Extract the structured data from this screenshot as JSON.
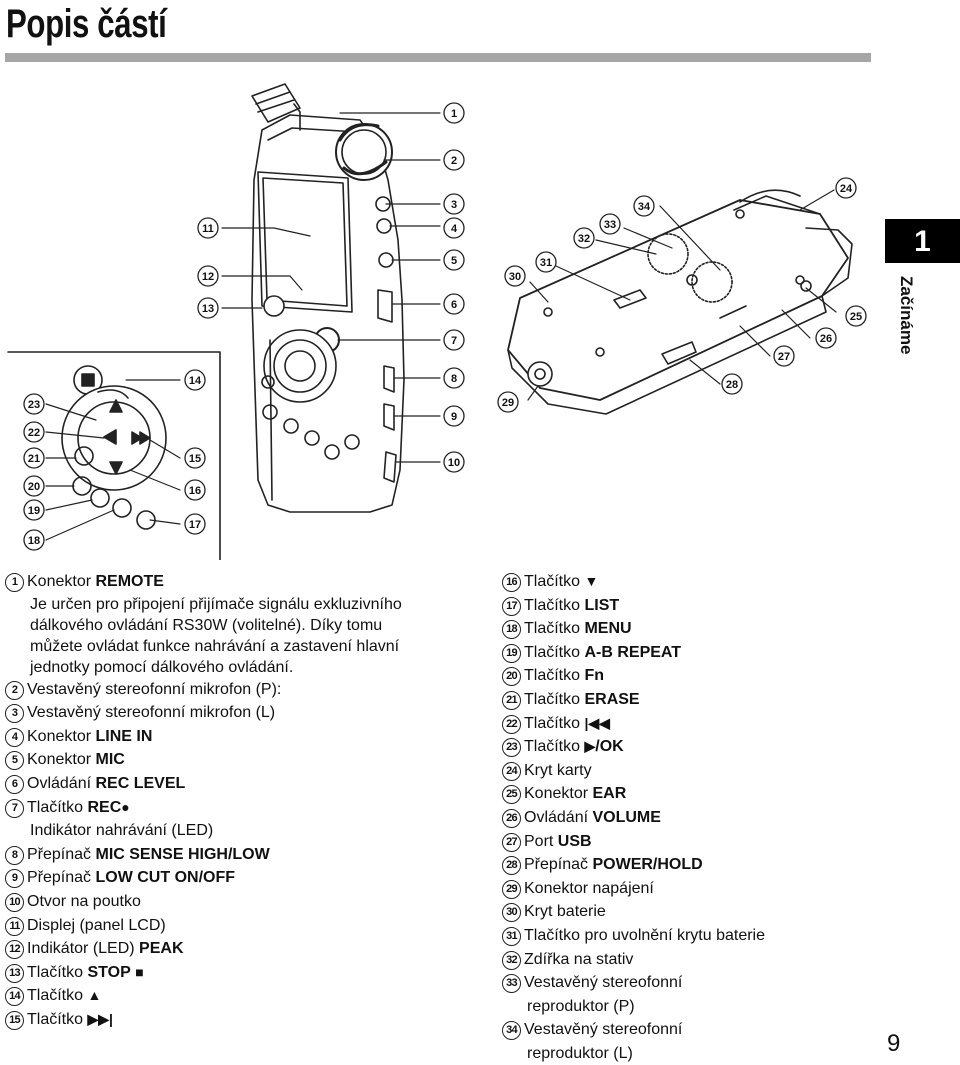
{
  "header": {
    "title": "Popis částí",
    "chapter_number": "1",
    "chapter_label": "Začínáme"
  },
  "page_number": "9",
  "figure": {
    "callouts_left_device": [
      "1",
      "2",
      "3",
      "4",
      "5",
      "6",
      "7",
      "8",
      "9",
      "10",
      "11",
      "12",
      "13"
    ],
    "callouts_inset": [
      "14",
      "15",
      "16",
      "17",
      "18",
      "19",
      "20",
      "21",
      "22",
      "23"
    ],
    "callouts_back_device": [
      "24",
      "25",
      "26",
      "27",
      "28",
      "29",
      "30",
      "31",
      "32",
      "33",
      "34"
    ]
  },
  "parts": {
    "p1": {
      "num": "1",
      "pre": "Konektor ",
      "bold": "REMOTE",
      "desc": [
        "Je určen pro připojení přijímače signálu exkluzivního",
        "dálkového ovládání RS30W (volitelné). Díky tomu",
        "můžete ovládat funkce nahrávání a zastavení hlavní",
        "jednotky pomocí dálkového ovládání."
      ]
    },
    "p2": {
      "num": "2",
      "pre": "Vestavěný stereofonní mikrofon (P):"
    },
    "p3": {
      "num": "3",
      "pre": "Vestavěný stereofonní mikrofon (L)"
    },
    "p4": {
      "num": "4",
      "pre": "Konektor ",
      "bold": "LINE IN"
    },
    "p5": {
      "num": "5",
      "pre": "Konektor ",
      "bold": "MIC"
    },
    "p6": {
      "num": "6",
      "pre": "Ovládání ",
      "bold": "REC LEVEL"
    },
    "p7": {
      "num": "7",
      "pre": "Tlačítko ",
      "bold": "REC",
      "glyph": "●",
      "desc": "Indikátor nahrávání (LED)"
    },
    "p8": {
      "num": "8",
      "pre": "Přepínač ",
      "bold": "MIC SENSE HIGH/LOW"
    },
    "p9": {
      "num": "9",
      "pre": "Přepínač ",
      "bold": "LOW CUT ON/OFF"
    },
    "p10": {
      "num": "10",
      "pre": "Otvor na poutko"
    },
    "p11": {
      "num": "11",
      "pre": "Displej (panel LCD)"
    },
    "p12": {
      "num": "12",
      "pre": "Indikátor (LED) ",
      "bold": "PEAK"
    },
    "p13": {
      "num": "13",
      "pre": "Tlačítko ",
      "bold": "STOP",
      "glyph": "■"
    },
    "p14": {
      "num": "14",
      "pre": "Tlačítko ",
      "glyph": "▲"
    },
    "p15": {
      "num": "15",
      "pre": "Tlačítko ",
      "glyph": "▶▶|"
    },
    "p16": {
      "num": "16",
      "pre": "Tlačítko ",
      "glyph": "▼"
    },
    "p17": {
      "num": "17",
      "pre": "Tlačítko ",
      "bold": "LIST"
    },
    "p18": {
      "num": "18",
      "pre": "Tlačítko ",
      "bold": "MENU"
    },
    "p19": {
      "num": "19",
      "pre": "Tlačítko ",
      "bold": "A-B REPEAT"
    },
    "p20": {
      "num": "20",
      "pre": "Tlačítko ",
      "bold": "Fn"
    },
    "p21": {
      "num": "21",
      "pre": "Tlačítko ",
      "bold": "ERASE"
    },
    "p22": {
      "num": "22",
      "pre": "Tlačítko ",
      "glyph": "|◀◀"
    },
    "p23": {
      "num": "23",
      "pre": "Tlačítko ",
      "glyph": "▶",
      "bold": "/OK"
    },
    "p24": {
      "num": "24",
      "pre": "Kryt karty"
    },
    "p25": {
      "num": "25",
      "pre": "Konektor ",
      "bold": "EAR"
    },
    "p26": {
      "num": "26",
      "pre": "Ovládání ",
      "bold": "VOLUME"
    },
    "p27": {
      "num": "27",
      "pre": "Port ",
      "bold": "USB"
    },
    "p28": {
      "num": "28",
      "pre": "Přepínač ",
      "bold": "POWER/HOLD"
    },
    "p29": {
      "num": "29",
      "pre": "Konektor napájení"
    },
    "p30": {
      "num": "30",
      "pre": "Kryt baterie"
    },
    "p31": {
      "num": "31",
      "pre": "Tlačítko pro uvolnění krytu baterie"
    },
    "p32": {
      "num": "32",
      "pre": "Zdířka na stativ"
    },
    "p33": {
      "num": "33",
      "pre": "Vestavěný stereofonní",
      "cont": "reproduktor (P)"
    },
    "p34": {
      "num": "34",
      "pre": "Vestavěný stereofonní",
      "cont": "reproduktor (L)"
    }
  }
}
